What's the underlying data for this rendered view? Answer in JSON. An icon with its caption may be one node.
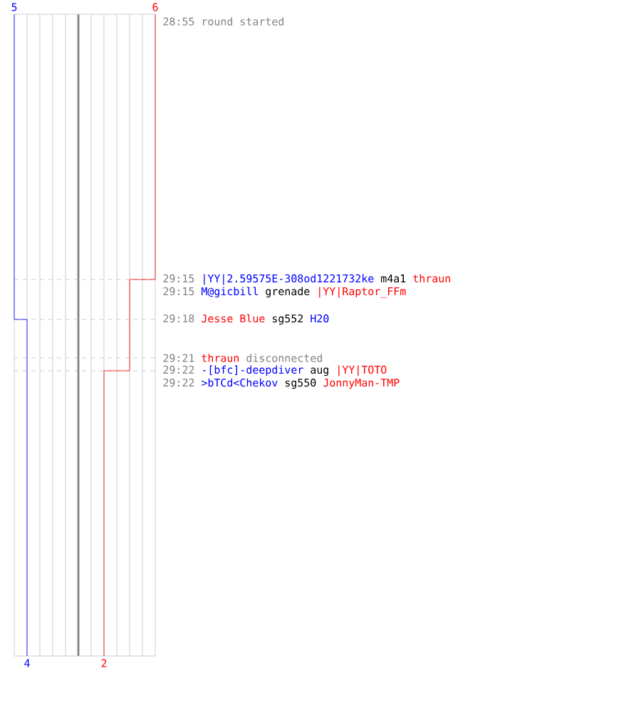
{
  "diagram": {
    "labels": [
      "5",
      "6",
      "28:55",
      "round started",
      "29:15",
      "|YY|2.59575E-308od1221732ke",
      "m4a1",
      "thraun",
      "29:15",
      "M@gicbill",
      "grenade",
      "|YY|Raptor_FFm",
      "29:18",
      "Jesse Blue",
      "sg552",
      "H20",
      "29:21",
      "thraun",
      "disconnected",
      "29:22",
      "-[bfc]-deepdiver",
      "aug",
      "|YY|TOTO",
      "29:22",
      ">bTCd<Chekov",
      "sg550",
      "JonnyMan-TMP",
      "4",
      "2"
    ]
  }
}
